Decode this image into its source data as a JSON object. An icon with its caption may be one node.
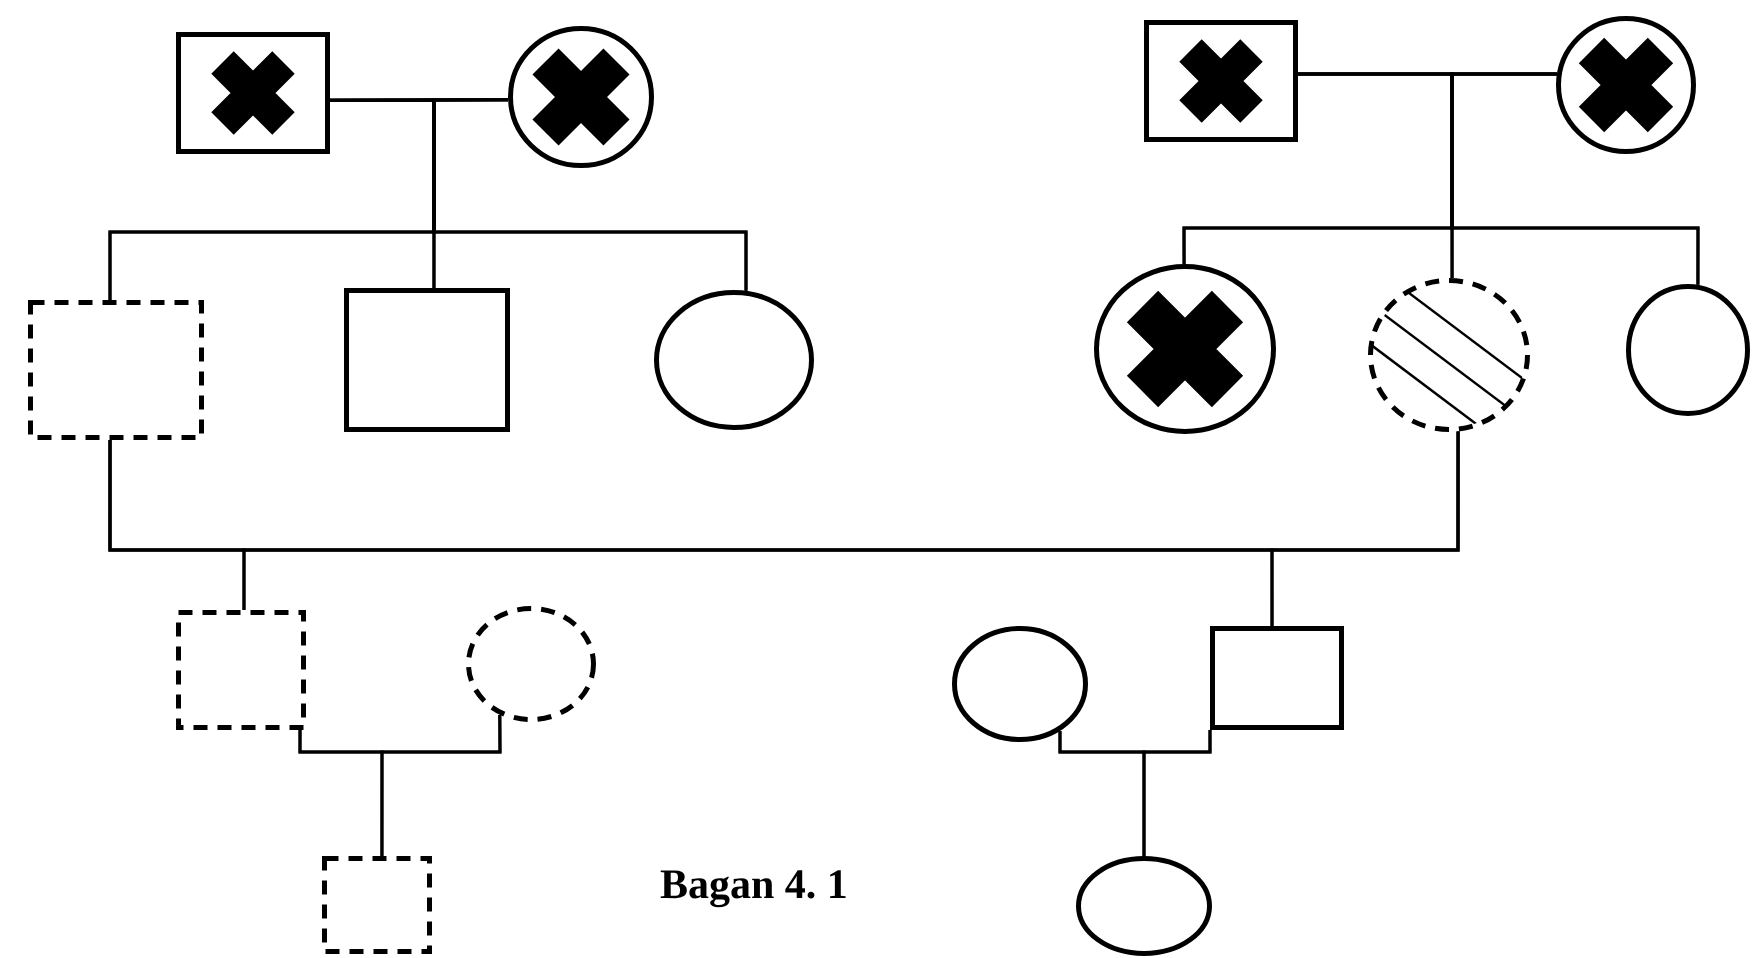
{
  "diagram": {
    "nodes": [
      {
        "text": [],
        "shape": "box"
      },
      {
        "text": [],
        "shape": "circle"
      },
      {
        "text": [],
        "shape": "box"
      },
      {
        "text": [],
        "shape": "circle"
      },
      {
        "text": [],
        "shape": "box"
      },
      {
        "text": [],
        "shape": "box"
      },
      {
        "text": [],
        "shape": "circle"
      },
      {
        "text": [],
        "shape": "circle"
      },
      {
        "text": [],
        "shape": "circle"
      },
      {
        "text": [],
        "shape": "circle"
      },
      {
        "text": [],
        "shape": "box"
      },
      {
        "text": [],
        "shape": "circle"
      },
      {
        "text": [],
        "shape": "circle"
      },
      {
        "text": [],
        "shape": "box"
      },
      {
        "text": [],
        "shape": "box"
      },
      {
        "text": [],
        "shape": "circle"
      }
    ],
    "edges": [
      {
        "from": 0,
        "to": 1,
        "arrow": "none"
      },
      {
        "from": 0,
        "to": 4,
        "arrow": "none"
      },
      {
        "from": 0,
        "to": 5,
        "arrow": "none"
      },
      {
        "from": 0,
        "to": 6,
        "arrow": "none"
      },
      {
        "from": 1,
        "to": 4,
        "arrow": "none"
      },
      {
        "from": 1,
        "to": 5,
        "arrow": "none"
      },
      {
        "from": 1,
        "to": 6,
        "arrow": "none"
      },
      {
        "from": 2,
        "to": 3,
        "arrow": "none"
      },
      {
        "from": 2,
        "to": 7,
        "arrow": "none"
      },
      {
        "from": 2,
        "to": 8,
        "arrow": "none"
      },
      {
        "from": 2,
        "to": 9,
        "arrow": "none"
      },
      {
        "from": 3,
        "to": 7,
        "arrow": "none"
      },
      {
        "from": 3,
        "to": 8,
        "arrow": "none"
      },
      {
        "from": 3,
        "to": 9,
        "arrow": "none"
      },
      {
        "from": 4,
        "to": 8,
        "arrow": "none"
      },
      {
        "from": 4,
        "to": 10,
        "arrow": "none"
      },
      {
        "from": 4,
        "to": 13,
        "arrow": "none"
      },
      {
        "from": 8,
        "to": 10,
        "arrow": "none"
      },
      {
        "from": 8,
        "to": 13,
        "arrow": "none"
      },
      {
        "from": 10,
        "to": 11,
        "arrow": "none"
      },
      {
        "from": 10,
        "to": 14,
        "arrow": "none"
      },
      {
        "from": 11,
        "to": 14,
        "arrow": "none"
      },
      {
        "from": 12,
        "to": 13,
        "arrow": "none"
      },
      {
        "from": 12,
        "to": 15,
        "arrow": "none"
      },
      {
        "from": 13,
        "to": 15,
        "arrow": "none"
      }
    ],
    "labels": [
      "Bagan 4. 1"
    ]
  }
}
